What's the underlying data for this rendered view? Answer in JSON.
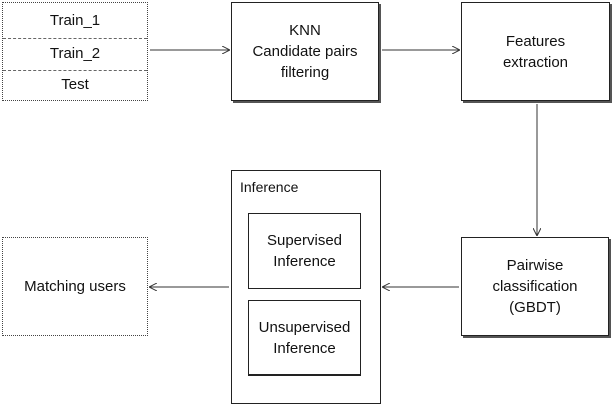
{
  "diagram": {
    "data_box": {
      "items": [
        "Train_1",
        "Train_2",
        "Test"
      ]
    },
    "knn_box": {
      "lines": [
        "KNN",
        "Candidate pairs",
        "filtering"
      ]
    },
    "features_box": {
      "lines": [
        "Features",
        "extraction"
      ]
    },
    "pairwise_box": {
      "lines": [
        "Pairwise",
        "classification",
        "(GBDT)"
      ]
    },
    "inference_box": {
      "title": "Inference",
      "supervised": [
        "Supervised",
        "Inference"
      ],
      "unsupervised": [
        "Unsupervised",
        "Inference"
      ]
    },
    "matching_box": {
      "label": "Matching users"
    }
  }
}
